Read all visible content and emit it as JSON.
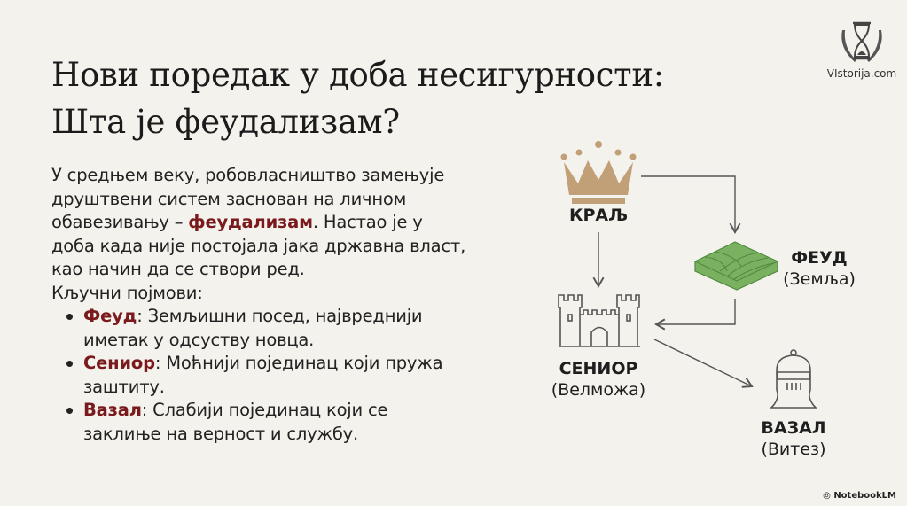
{
  "title": {
    "line1": "Нови поредак у доба несигурности:",
    "line2": "Шта је феудализам?"
  },
  "intro": {
    "line1": "У средњем веку, робовласништво замењује",
    "line2": "друштвени систем заснован на личном",
    "line3_pre": "обавезивању – ",
    "highlight": "феудализам",
    "line3_post": ". Настао је у",
    "line4": "доба када није постојала јака државна власт,",
    "line5": "као начин да се створи ред."
  },
  "terms_heading": "Кључни појмови:",
  "terms": [
    {
      "term": "Феуд",
      "line1": ": Земљишни посед, највреднији",
      "line2": "иметак у одсуству новца."
    },
    {
      "term": "Сениор",
      "line1": ": Моћнији појединац који пружа",
      "line2": "заштиту."
    },
    {
      "term": "Вазал",
      "line1": ": Слабији појединац који се",
      "line2": "заклиње на верност и службу."
    }
  ],
  "diagram": {
    "king": {
      "name": "КРАЉ"
    },
    "fief": {
      "name": "ФЕУД",
      "sub": "(Земља)"
    },
    "senior": {
      "name": "СЕНИОР",
      "sub": "(Велможа)"
    },
    "vassal": {
      "name": "ВАЗАЛ",
      "sub": "(Витез)"
    }
  },
  "logo": {
    "text": "VIstorija.com"
  },
  "footer": {
    "brand": "NotebookLM"
  },
  "colors": {
    "accent": "#7a1a1c",
    "crown": "#c2a077",
    "field": "#79b160"
  }
}
